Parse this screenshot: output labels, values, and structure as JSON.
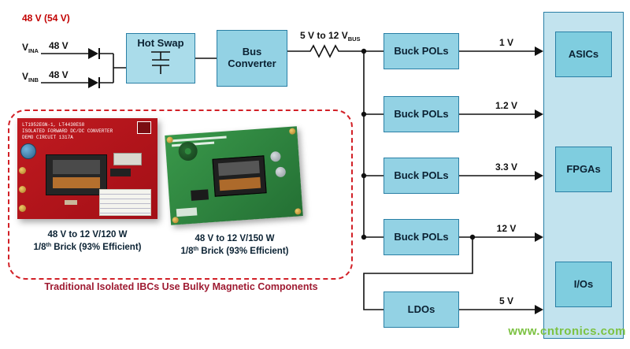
{
  "header": {
    "rail": "48 V (54 V)"
  },
  "inputs": {
    "vina": {
      "base": "V",
      "sub": "INA",
      "voltage": "48 V"
    },
    "vinb": {
      "base": "V",
      "sub": "INB",
      "voltage": "48 V"
    }
  },
  "blocks": {
    "hot_swap": "Hot Swap",
    "bus_converter": "Bus Converter"
  },
  "bus": {
    "label": "5 V to 12 V",
    "sub": "BUS"
  },
  "pols": [
    {
      "label": "Buck POLs",
      "voltage": "1 V"
    },
    {
      "label": "Buck POLs",
      "voltage": "1.2 V"
    },
    {
      "label": "Buck POLs",
      "voltage": "3.3 V"
    },
    {
      "label": "Buck POLs",
      "voltage": "12 V"
    },
    {
      "label": "LDOs",
      "voltage": "5 V"
    }
  ],
  "loads": [
    "ASICs",
    "FPGAs",
    "I/Os"
  ],
  "callout": {
    "board_left": {
      "silk1": "LT1952EGN-1, LT4430ES8",
      "silk2": "ISOLATED FORWARD DC/DC CONVERTER",
      "silk3": "DEMO CIRCUIT 1317A",
      "cap1": "48 V to 12 V/120 W",
      "cap2a": "1/8",
      "cap2sup": "th",
      "cap2b": " Brick (93% Efficient)"
    },
    "board_right": {
      "cap1": "48 V to 12 V/150 W",
      "cap2a": "1/8",
      "cap2sup": "th",
      "cap2b": " Brick (93% Efficient)"
    },
    "footer": "Traditional Isolated IBCs Use Bulky Magnetic Components"
  },
  "watermark": "www.cntronics.com",
  "colors": {
    "block_light": "#aadcea",
    "block_medium": "#93d2e4",
    "panel": "#c2e3ee",
    "load_box": "#7fcddf",
    "border": "#2a7fa5",
    "wire": "#111111",
    "rail_red": "#c20000",
    "callout_border_red": "#d22027",
    "callout_text_red": "#9e1b32",
    "watermark_green": "#7cc242"
  }
}
